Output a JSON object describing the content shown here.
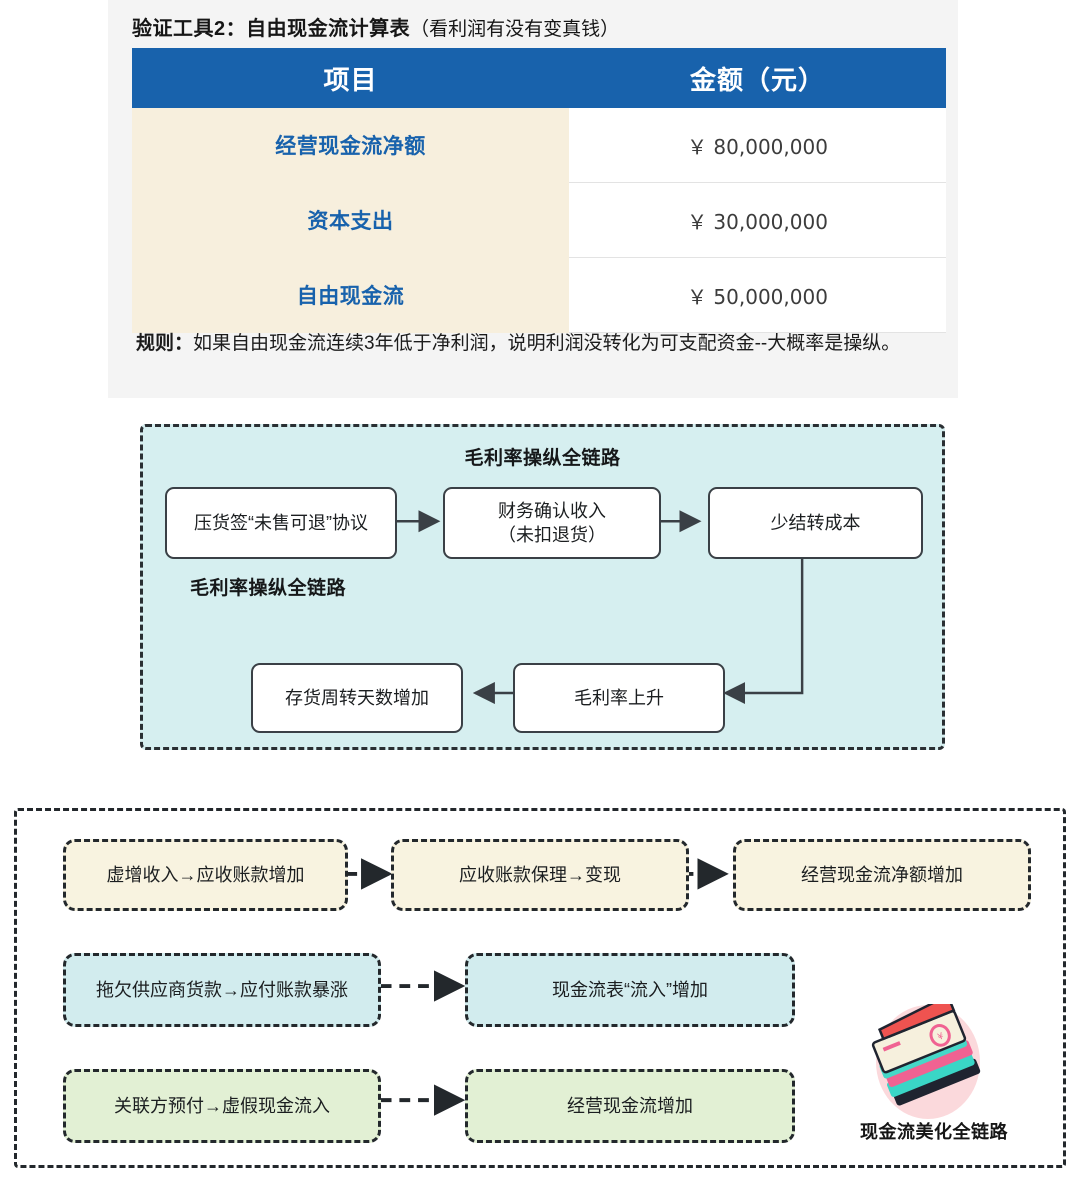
{
  "top_card": {
    "title_strong": "验证工具2：自由现金流计算表",
    "title_paren": "（看利润有没有变真钱）",
    "table": {
      "headers": [
        "项目",
        "金额（元）"
      ],
      "rows": [
        {
          "label": "经营现金流净额",
          "value": "￥ 80,000,000"
        },
        {
          "label": "资本支出",
          "value": "￥ 30,000,000"
        },
        {
          "label": "自由现金流",
          "value": "￥ 50,000,000"
        }
      ]
    },
    "rule_label": "规则：",
    "rule_body": "如果自由现金流连续3年低于净利润，说明利润没转化为可支配资金--大概率是操纵。"
  },
  "mid_diagram": {
    "heading": "毛利率操纵全链路",
    "subheading": "毛利率操纵全链路",
    "nodes": [
      {
        "id": "n1",
        "label": "压货签“未售可退”协议"
      },
      {
        "id": "n2",
        "label": "财务确认收入\n（未扣退货）"
      },
      {
        "id": "n3",
        "label": "少结转成本"
      },
      {
        "id": "n4",
        "label": "存货周转天数增加"
      },
      {
        "id": "n5",
        "label": "毛利率上升"
      }
    ]
  },
  "bot_diagram": {
    "caption": "现金流美化全链路",
    "rows": [
      {
        "style": "cream",
        "nodes": [
          "虚增收入→应收账款增加",
          "应收账款保理→变现",
          "经营现金流净额增加"
        ]
      },
      {
        "style": "cyan",
        "nodes": [
          "拖欠供应商货款→应付账款暴涨",
          "现金流表“流入”增加"
        ]
      },
      {
        "style": "green",
        "nodes": [
          "关联方预付→虚假现金流入",
          "经营现金流增加"
        ]
      }
    ]
  },
  "colors": {
    "table_header_blue": "#1862ac",
    "label_cream": "#f7efdd",
    "mid_panel_cyan": "#d6eff0",
    "node_cream": "#f8f3e0",
    "node_cyan": "#d2ecee",
    "node_green": "#e2f0d4",
    "card_bg": "#f4f4f4"
  }
}
